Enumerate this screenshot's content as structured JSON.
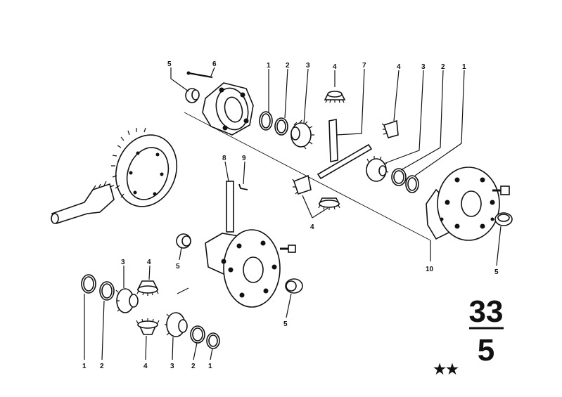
{
  "callouts": {
    "c5a": "5",
    "c6": "6",
    "c1a": "1",
    "c2a": "2",
    "c3a": "3",
    "c4a": "4",
    "c7": "7",
    "c4b": "4",
    "c3b": "3",
    "c2b": "2",
    "c1b": "1",
    "c8": "8",
    "c9": "9",
    "c4c": "4",
    "c10": "10",
    "c5b": "5",
    "c5c": "5",
    "c3c": "3",
    "c4d": "4",
    "c5d": "5",
    "c1c": "1",
    "c2c": "2",
    "c4e": "4",
    "c3d": "3",
    "c2d": "2",
    "c1d": "1"
  },
  "group_number": {
    "top": "33",
    "bottom": "5"
  },
  "stars": "★★"
}
